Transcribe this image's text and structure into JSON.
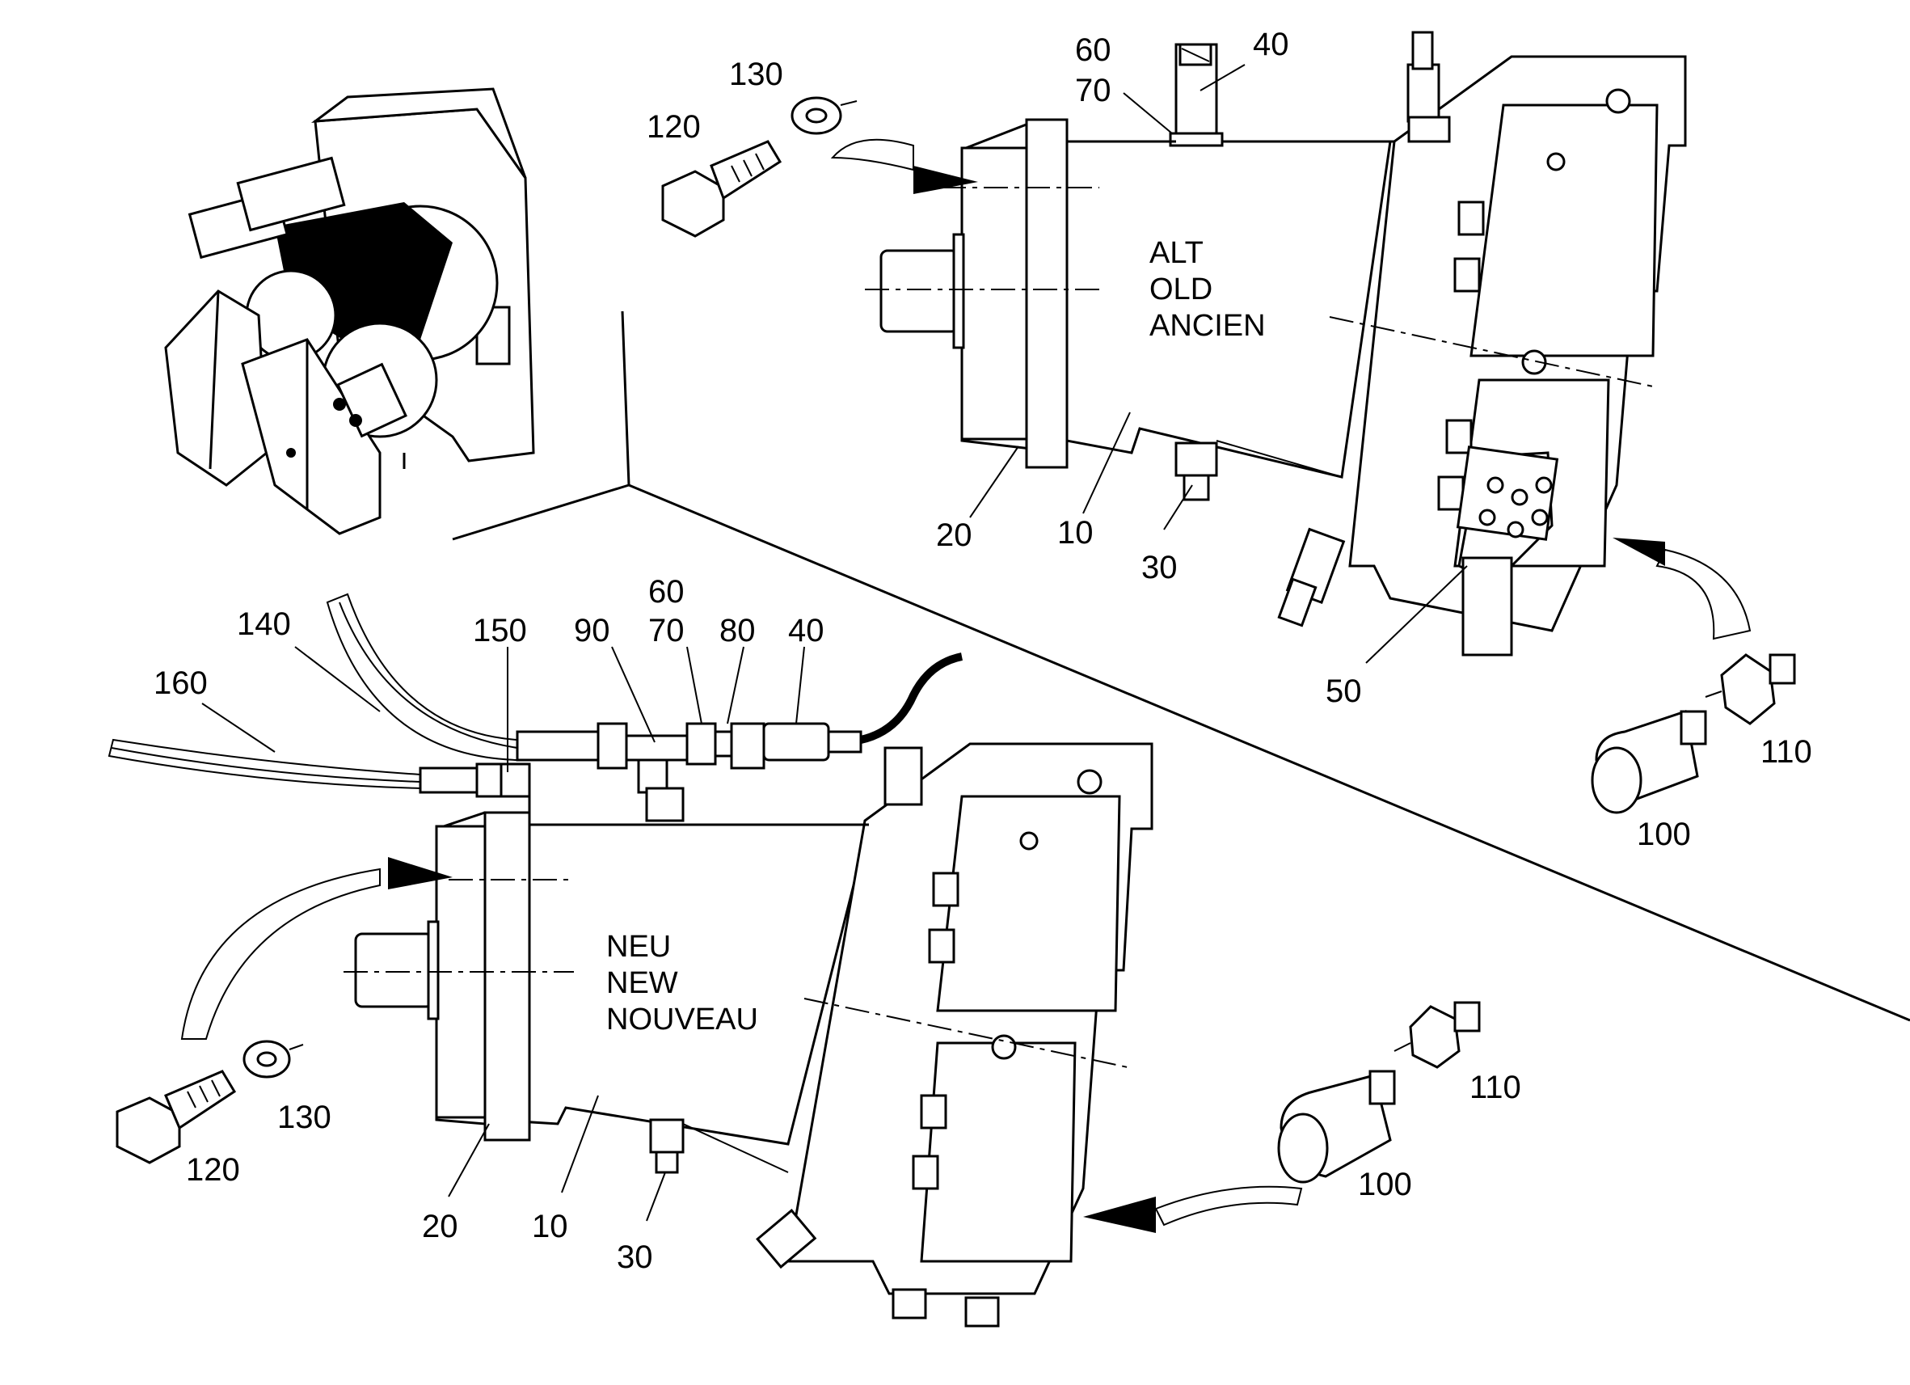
{
  "variant_old": {
    "line1": "ALT",
    "line2": "OLD",
    "line3": "ANCIEN"
  },
  "variant_new": {
    "line1": "NEU",
    "line2": "NEW",
    "line3": "NOUVEAU"
  },
  "old_callouts": {
    "c10": "10",
    "c20": "20",
    "c30": "30",
    "c40": "40",
    "c50": "50",
    "c60": "60",
    "c70": "70",
    "c100": "100",
    "c110": "110",
    "c120": "120",
    "c130": "130"
  },
  "new_callouts": {
    "c10": "10",
    "c20": "20",
    "c30": "30",
    "c40": "40",
    "c60": "60",
    "c70": "70",
    "c80": "80",
    "c90": "90",
    "c100": "100",
    "c110": "110",
    "c120": "120",
    "c130": "130",
    "c140": "140",
    "c150": "150",
    "c160": "160"
  },
  "icons": [
    "machine-thumbnail-icon",
    "hex-bolt-icon",
    "washer-icon",
    "filter-cap-icon",
    "adapter-fitting-icon",
    "sensor-icon",
    "hose-icon"
  ],
  "colors": {
    "ink": "#000000",
    "paper": "#ffffff"
  }
}
